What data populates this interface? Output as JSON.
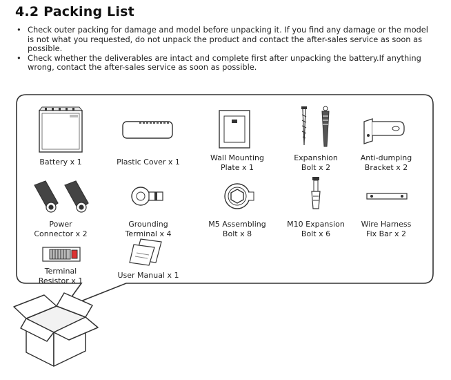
{
  "heading": "4.2 Packing List",
  "bullets": [
    "Check outer packing for damage and model before unpacking it. If you find any damage or the model is not what you requested, do not unpack the product and contact the after-sales service as soon as possible.",
    "Check whether the deliverables are intact and complete first after unpacking the battery.If anything wrong, contact the after-sales service as soon as possible."
  ],
  "items": {
    "battery": {
      "line1": "Battery x 1",
      "line2": ""
    },
    "plastic_cover": {
      "line1": "Plastic Cover x 1",
      "line2": ""
    },
    "wall_plate": {
      "line1": "Wall Mounting",
      "line2": "Plate x 1"
    },
    "expansion_bolt": {
      "line1": "Expanshion",
      "line2": "Bolt x 2"
    },
    "anti_dumping": {
      "line1": "Anti-dumping",
      "line2": "Bracket x 2"
    },
    "power_connector": {
      "line1": "Power",
      "line2": "Connector x 2"
    },
    "grounding_terminal": {
      "line1": "Grounding",
      "line2": "Terminal x 4"
    },
    "m5_bolt": {
      "line1": "M5 Assembling",
      "line2": "Bolt x 8"
    },
    "m10_bolt": {
      "line1": "M10 Expansion",
      "line2": "Bolt x 6"
    },
    "fix_bar": {
      "line1": "Wire Harness",
      "line2": "Fix Bar x 2"
    },
    "terminal_resistor": {
      "line1": "Terminal",
      "line2": "Resistor x 1"
    },
    "user_manual": {
      "line1": "User Manual x 1",
      "line2": ""
    }
  }
}
